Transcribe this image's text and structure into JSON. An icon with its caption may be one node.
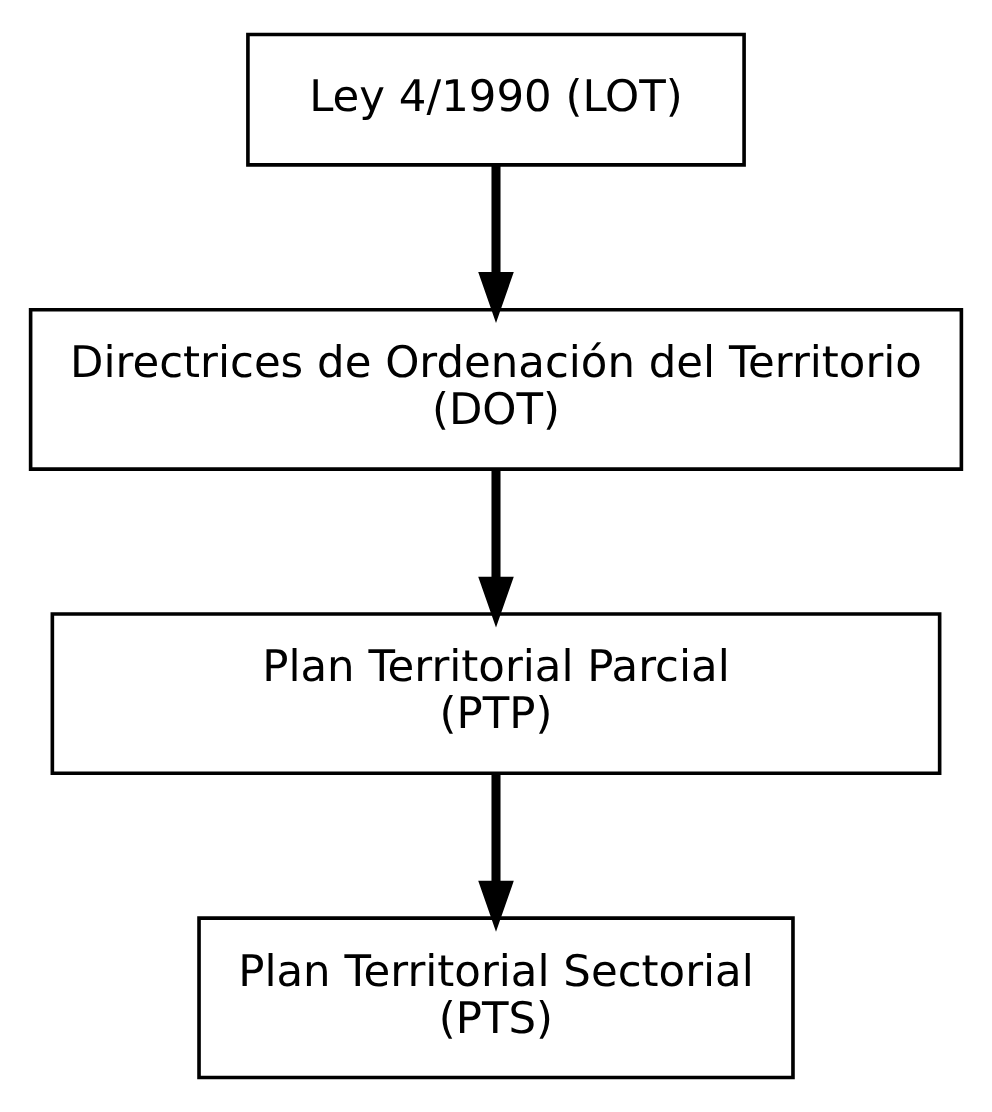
{
  "diagram": {
    "nodes": [
      {
        "text": [
          "Ley 4/1990 (LOT)"
        ]
      },
      {
        "text": [
          "Directrices de Ordenación del Territorio (DOT)"
        ]
      },
      {
        "text": [
          "Plan Territorial Parcial (PTP)"
        ]
      },
      {
        "text": [
          "Plan Territorial Sectorial (PTS)"
        ]
      }
    ],
    "edges": [
      {
        "from": 0,
        "to": 1,
        "arrow": "to"
      },
      {
        "from": 1,
        "to": 2,
        "arrow": "to"
      },
      {
        "from": 2,
        "to": 3,
        "arrow": "to"
      }
    ]
  }
}
